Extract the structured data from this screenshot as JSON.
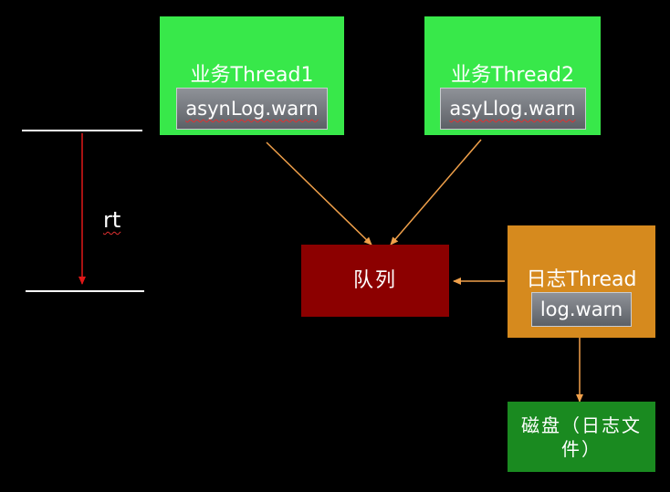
{
  "nodes": {
    "thread1": {
      "title": "业务Thread1",
      "method": "asynLog.warn"
    },
    "thread2": {
      "title": "业务Thread2",
      "method": "asyLlog.warn"
    },
    "queue": {
      "title": "队列"
    },
    "log_thread": {
      "title": "日志Thread",
      "method": "log.warn"
    },
    "disk": {
      "title": "磁盘（日志文件）"
    }
  },
  "rt_label": "rt",
  "colors": {
    "background": "#000000",
    "business_thread": "#38e84a",
    "queue": "#8c0000",
    "log_thread": "#d68a1e",
    "disk": "#1a8a20",
    "connector_arrow": "#f0a04a",
    "rt_arrow": "#e01818",
    "rt_lines": "#ffffff"
  }
}
